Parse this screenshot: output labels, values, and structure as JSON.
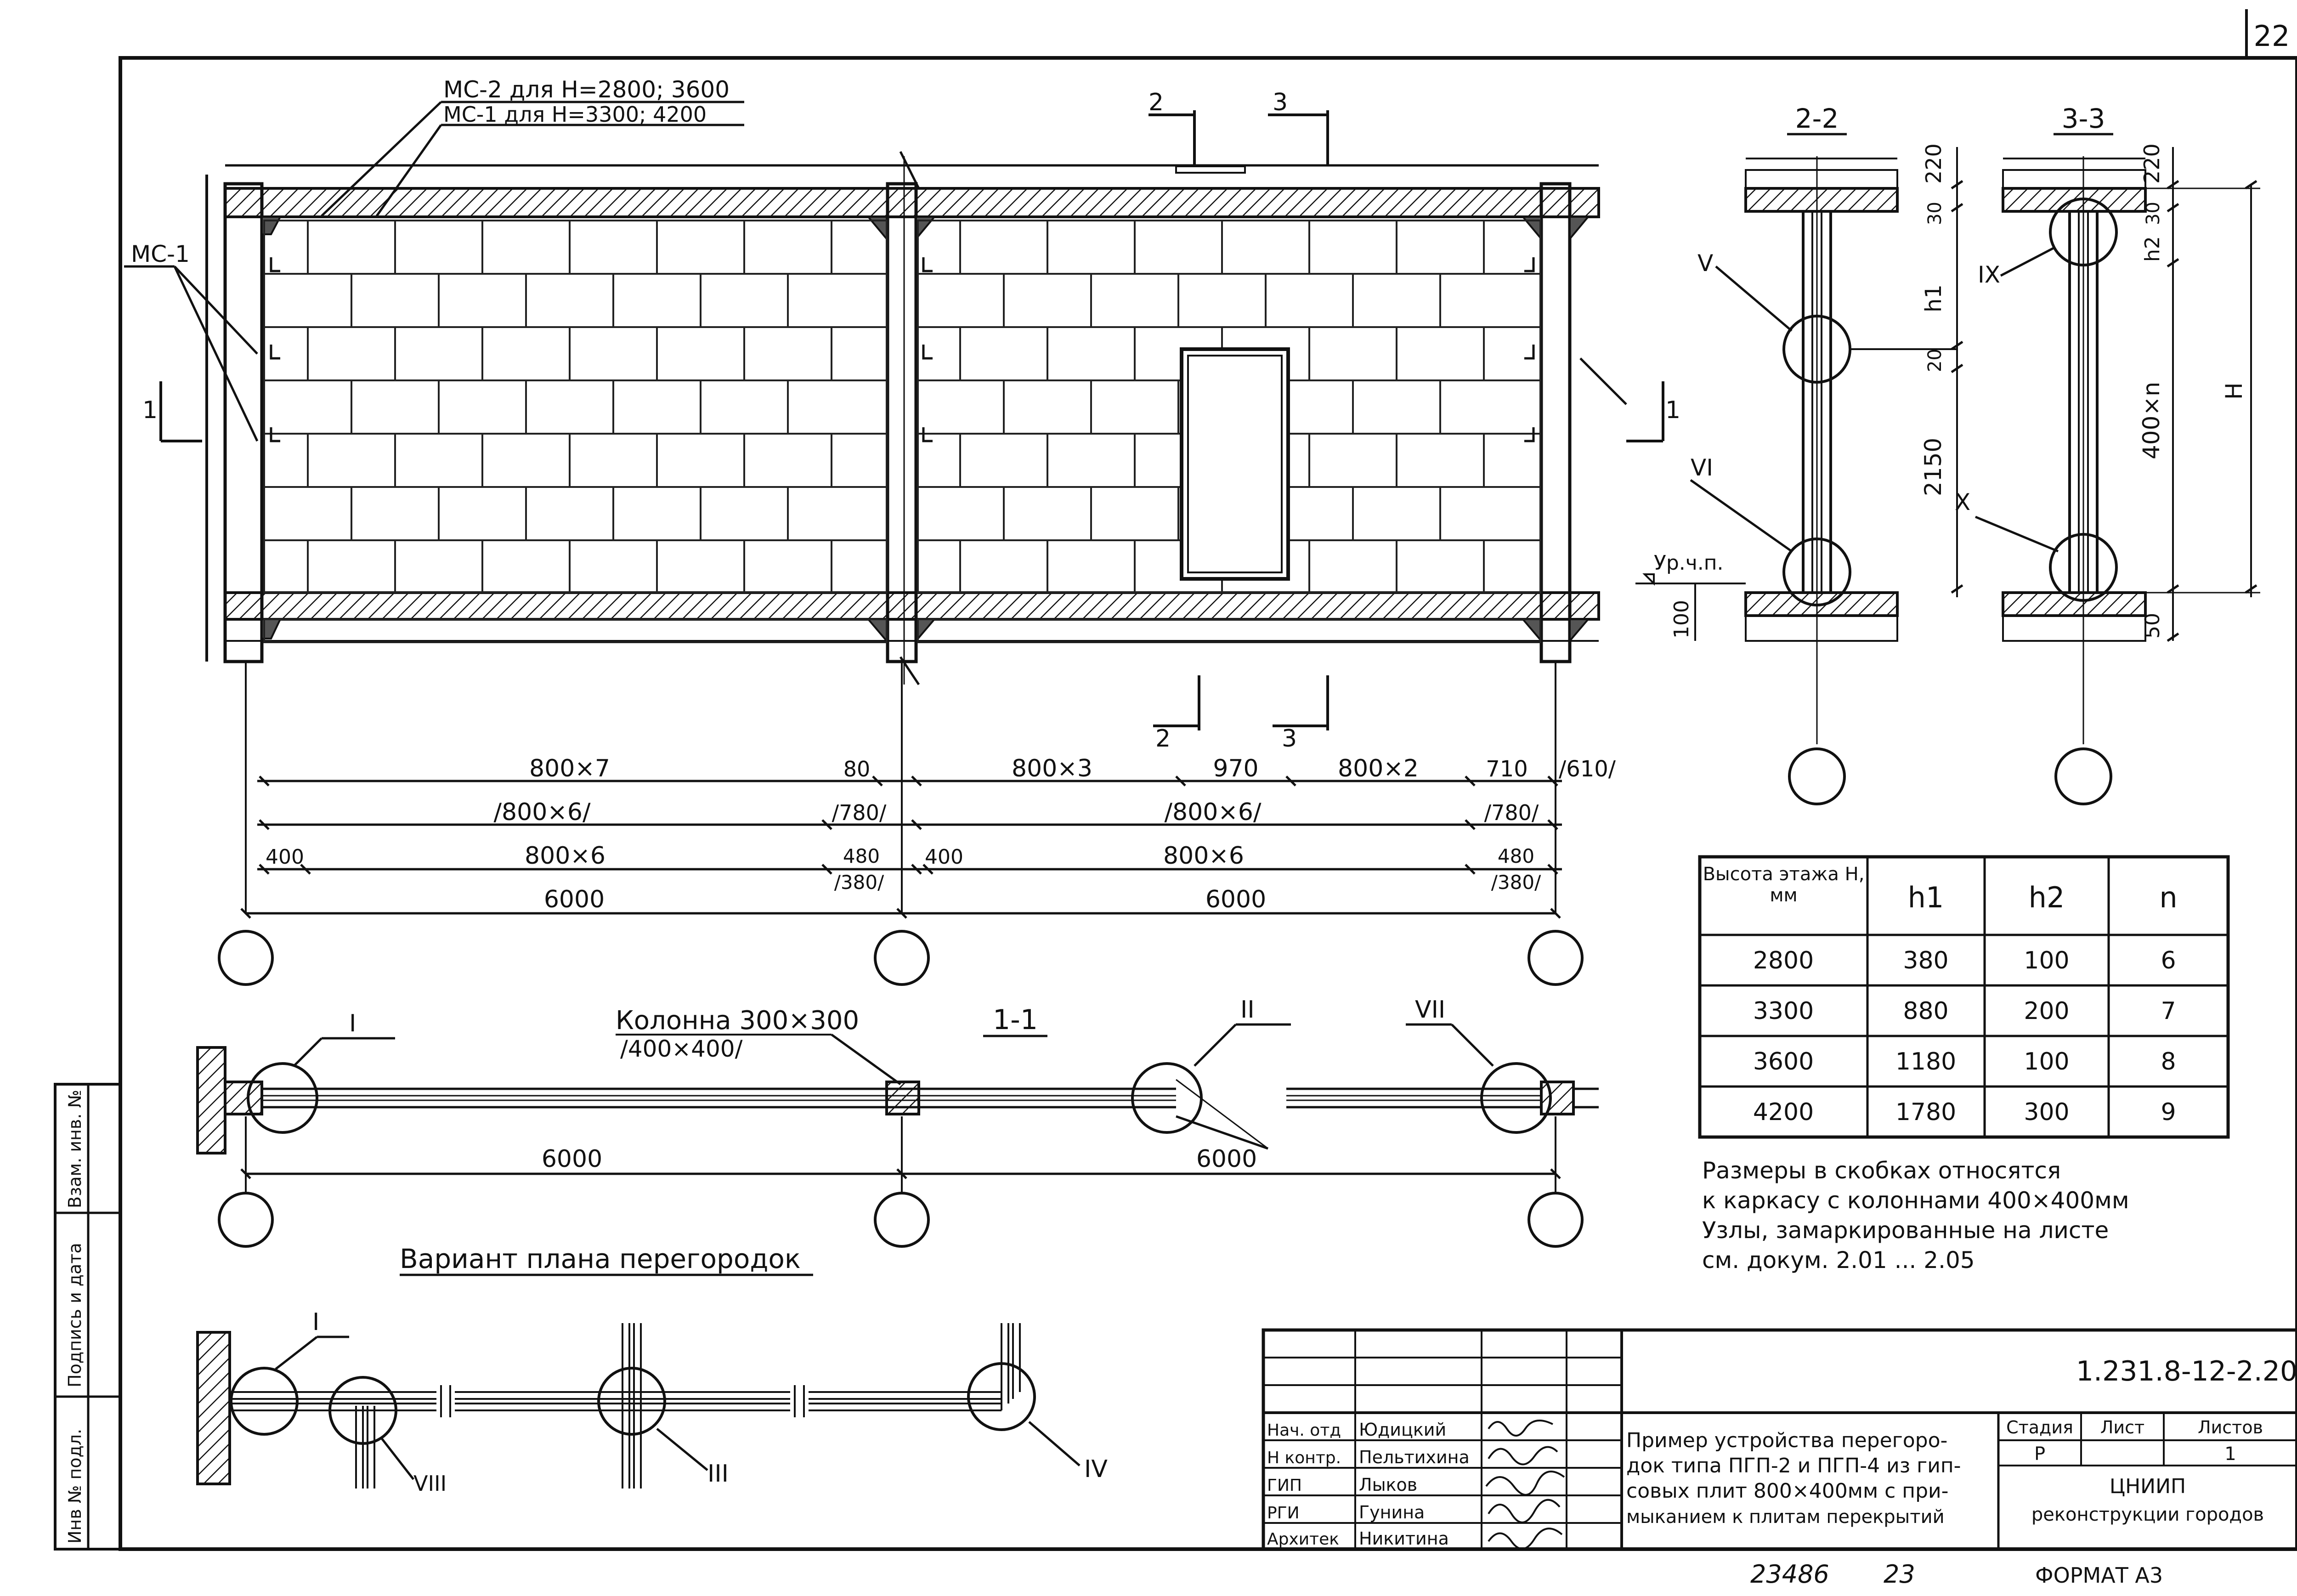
{
  "sheet": {
    "sheet_number": "22",
    "document_code": "1.231.8-12-2.20",
    "handwritten_inventory": "23486",
    "handwritten_page": "23",
    "format_label": "ФОРМАТ А3"
  },
  "elevation": {
    "label_mc2": "МС-2 для Н=2800; 3600",
    "label_mc1_top": "МС-1 для Н=3300; 4200",
    "label_mc1_left": "МС-1",
    "cut_2": "2",
    "cut_3": "3",
    "cut_1": "1",
    "floor_mark": "Ур.ч.п.",
    "dim_100": "100",
    "dims_row1": [
      "800×7",
      "80",
      "800×3",
      "970",
      "800×2",
      "710",
      "/610/"
    ],
    "dims_row2": [
      "/800×6/",
      "/780/",
      "/800×6/",
      "/780/"
    ],
    "dims_row3": [
      "400",
      "800×6",
      "480",
      "/380/",
      "400",
      "800×6",
      "480",
      "/380/"
    ],
    "dims_row4": [
      "6000",
      "6000"
    ]
  },
  "sections": {
    "s22_title": "2-2",
    "s33_title": "3-3",
    "node_v": "V",
    "node_vi": "VI",
    "node_ix": "IX",
    "node_x": "X",
    "dim_220a": "220",
    "dim_30a": "30",
    "dim_h1": "h1",
    "dim_20": "20",
    "dim_2150": "2150",
    "dim_220b": "220",
    "dim_30b": "30",
    "dim_h2": "h2",
    "dim_400n": "400×n",
    "dim_H": "H",
    "dim_50": "50"
  },
  "plan11": {
    "title": "1-1",
    "column_label": "Колонна 300×300",
    "column_label_alt": "/400×400/",
    "node_i": "I",
    "node_ii": "II",
    "node_vii": "VII",
    "dim_left": "6000",
    "dim_right": "6000"
  },
  "variant": {
    "title": "Вариант плана перегородок",
    "node_i": "I",
    "node_viii": "VIII",
    "node_iii": "III",
    "node_iv": "IV"
  },
  "table": {
    "headers": [
      "Высота этажа Н, мм",
      "h1",
      "h2",
      "n"
    ],
    "rows": [
      [
        "2800",
        "380",
        "100",
        "6"
      ],
      [
        "3300",
        "880",
        "200",
        "7"
      ],
      [
        "3600",
        "1180",
        "100",
        "8"
      ],
      [
        "4200",
        "1780",
        "300",
        "9"
      ]
    ]
  },
  "notes": [
    "Размеры в скобках относятся",
    "к каркасу с колоннами 400×400мм",
    "Узлы, замаркированные на листе",
    "см. докум. 2.01 ... 2.05"
  ],
  "side_strip": [
    "Инв № подл.",
    "Подпись и дата",
    "Взам. инв. №"
  ],
  "title_block": {
    "roles": [
      "Нач. отд",
      "Н контр.",
      "ГИП",
      "РГИ",
      "Архитек"
    ],
    "names": [
      "Юдицкий",
      "Пельтихина",
      "Лыков",
      "Гунина",
      "Никитина"
    ],
    "description": [
      "Пример устройства перегоро-",
      "док типа ПГП-2 и ПГП-4 из гип-",
      "совых плит 800×400мм с при-",
      "мыканием к плитам перекрытий"
    ],
    "stage_header": "Стадия",
    "sheet_header": "Лист",
    "sheets_header": "Листов",
    "stage_value": "Р",
    "sheets_value": "1",
    "org_line1": "ЦНИИП",
    "org_line2": "реконструкции городов"
  }
}
